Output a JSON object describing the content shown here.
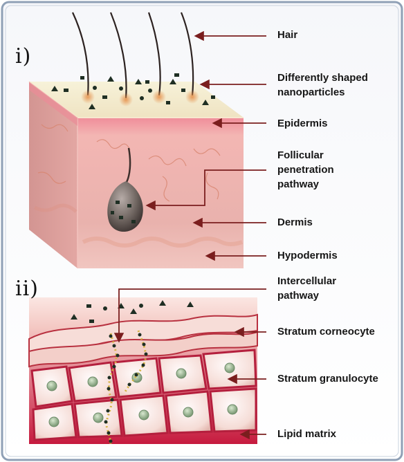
{
  "panels": {
    "top": "i)",
    "bottom": "ii)"
  },
  "labels": {
    "hair": "Hair",
    "nanoparticles": "Differently shaped\nnanoparticles",
    "epidermis": "Epidermis",
    "follicular": "Follicular\npenetration\npathway",
    "dermis": "Dermis",
    "hypodermis": "Hypodermis",
    "intercellular": "Intercellular\npathway",
    "stratum_corneocyte": "Stratum corneocyte",
    "stratum_granulocyte": "Stratum granulocyte",
    "lipid_matrix": "Lipid matrix"
  },
  "colors": {
    "frame": "#8fa0b6",
    "arrow": "#7a1e1e",
    "epidermis_top": "#f3edcf",
    "dermis": "#e8a9a6",
    "dermis_side": "#d98f8c",
    "lipid": "#c2183c",
    "cell": "#f6e3de",
    "nucleus": "#8fae86",
    "particle": "#1f2f24"
  }
}
